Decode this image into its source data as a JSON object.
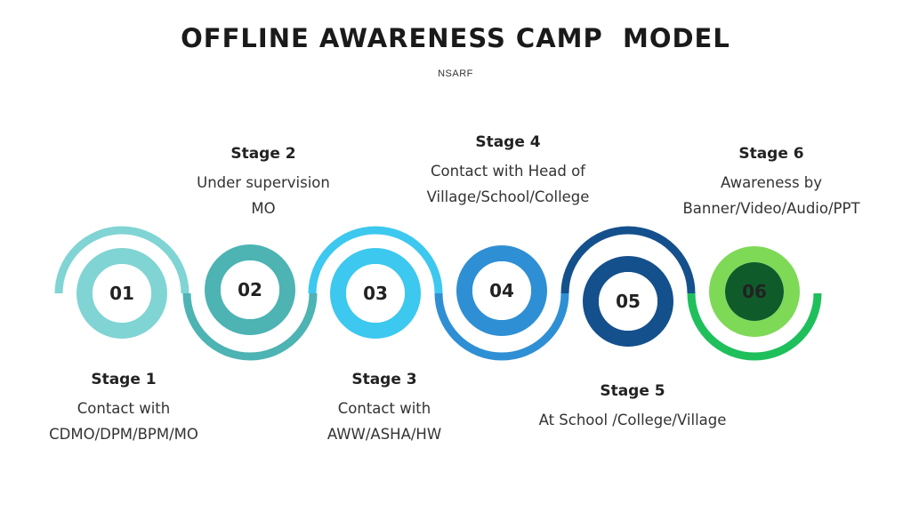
{
  "header": {
    "title": "OFFLINE AWARENESS CAMP  MODEL",
    "subtitle": "NSARF"
  },
  "stages": [
    {
      "number": "01",
      "label": "Stage 1",
      "desc_line1": "Contact with",
      "desc_line2": "CDMO/DPM/BPM/MO",
      "ring_color": "#80d4d4",
      "inner_color": "#ffffff",
      "number_color": "#222222"
    },
    {
      "number": "02",
      "label": "Stage 2",
      "desc_line1": "Under supervision",
      "desc_line2": "MO",
      "ring_color": "#4db3b3",
      "inner_color": "#ffffff",
      "number_color": "#222222"
    },
    {
      "number": "03",
      "label": "Stage 3",
      "desc_line1": "Contact with",
      "desc_line2": "AWW/ASHA/HW",
      "ring_color": "#3cc8ef",
      "inner_color": "#ffffff",
      "number_color": "#222222"
    },
    {
      "number": "04",
      "label": "Stage 4",
      "desc_line1": "Contact with Head of",
      "desc_line2": "Village/School/College",
      "ring_color": "#2f8fd4",
      "inner_color": "#ffffff",
      "number_color": "#222222"
    },
    {
      "number": "05",
      "label": "Stage 5",
      "desc_line1": "At School /College/Village",
      "desc_line2": "",
      "ring_color": "#14508c",
      "inner_color": "#ffffff",
      "number_color": "#222222"
    },
    {
      "number": "06",
      "label": "Stage 6",
      "desc_line1": "Awareness by",
      "desc_line2": "Banner/Video/Audio/PPT",
      "ring_color": "#7ed957",
      "inner_color": "#0f5c2a",
      "number_color": "#222222"
    }
  ],
  "arc_colors": [
    "#80d4d4",
    "#4db3b3",
    "#3cc8ef",
    "#2f8fd4",
    "#14508c",
    "#1fbf5c"
  ]
}
